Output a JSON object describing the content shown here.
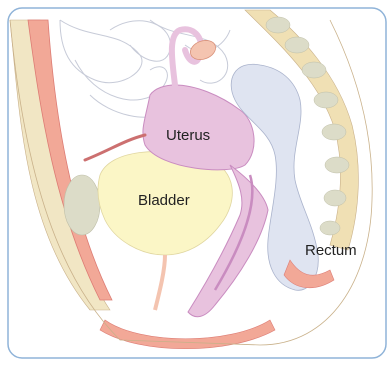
{
  "labels": {
    "uterus": "Uterus",
    "bladder": "Bladder",
    "rectum": "Rectum"
  },
  "colors": {
    "frame": "#8fb3d8",
    "skin": "#f5dfd2",
    "fat": "#f1e6c4",
    "muscle": "#f2a897",
    "muscle_dark": "#dd7c74",
    "bone": "#f0e0b4",
    "bone_grey": "#dcdcc8",
    "uterus": "#e8c2de",
    "uterus_dark": "#c98cc0",
    "bladder": "#fbf6c6",
    "rectum": "#dfe4f1",
    "intestine_line": "#c7cbd8",
    "vessel": "#cc7070"
  }
}
